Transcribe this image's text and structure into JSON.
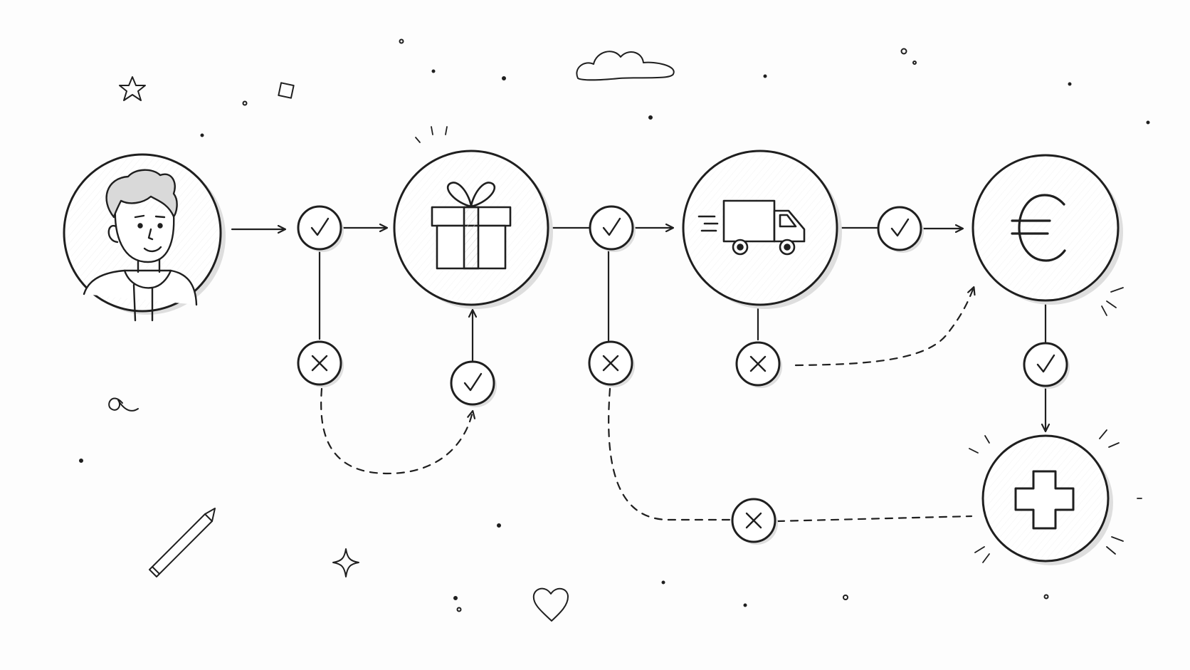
{
  "diagram": {
    "nodes": [
      {
        "id": "customer",
        "icon": "person-avatar-icon"
      },
      {
        "id": "gift",
        "icon": "gift-box-icon"
      },
      {
        "id": "delivery",
        "icon": "delivery-truck-icon"
      },
      {
        "id": "payment",
        "icon": "euro-icon"
      },
      {
        "id": "plus",
        "icon": "plus-icon"
      }
    ],
    "checkpoints": [
      {
        "id": "check-1",
        "status": "pass",
        "icon": "check-icon"
      },
      {
        "id": "check-2",
        "status": "pass",
        "icon": "check-icon"
      },
      {
        "id": "check-3",
        "status": "pass",
        "icon": "check-icon"
      },
      {
        "id": "check-retry-gift",
        "status": "pass",
        "icon": "check-icon"
      },
      {
        "id": "check-payment",
        "status": "pass",
        "icon": "check-icon"
      },
      {
        "id": "fail-1",
        "status": "fail",
        "icon": "x-icon"
      },
      {
        "id": "fail-2",
        "status": "fail",
        "icon": "x-icon"
      },
      {
        "id": "fail-3",
        "status": "fail",
        "icon": "x-icon"
      },
      {
        "id": "fail-bottom",
        "status": "fail",
        "icon": "x-icon"
      }
    ],
    "edges": [
      {
        "from": "customer",
        "to": "check-1",
        "style": "solid"
      },
      {
        "from": "check-1",
        "to": "gift",
        "style": "solid"
      },
      {
        "from": "check-1",
        "to": "fail-1",
        "style": "solid"
      },
      {
        "from": "fail-1",
        "to": "check-retry-gift",
        "style": "dashed"
      },
      {
        "from": "check-retry-gift",
        "to": "gift",
        "style": "solid"
      },
      {
        "from": "gift",
        "to": "check-2",
        "style": "solid"
      },
      {
        "from": "check-2",
        "to": "delivery",
        "style": "solid"
      },
      {
        "from": "check-2",
        "to": "fail-2",
        "style": "solid"
      },
      {
        "from": "fail-2",
        "to": "fail-bottom",
        "style": "dashed"
      },
      {
        "from": "fail-bottom",
        "to": "plus",
        "style": "dashed"
      },
      {
        "from": "delivery",
        "to": "check-3",
        "style": "solid"
      },
      {
        "from": "check-3",
        "to": "payment",
        "style": "solid"
      },
      {
        "from": "delivery",
        "to": "fail-3",
        "style": "solid"
      },
      {
        "from": "fail-3",
        "to": "payment",
        "style": "dashed"
      },
      {
        "from": "payment",
        "to": "check-payment",
        "style": "solid"
      },
      {
        "from": "check-payment",
        "to": "plus",
        "style": "solid"
      }
    ],
    "decorations": [
      "star-icon",
      "diamond-icon",
      "cloud-icon",
      "pencil-icon",
      "sparkle-icon",
      "heart-icon",
      "squiggle-icon"
    ],
    "colors": {
      "ink": "#1f1f1f",
      "background": "#fdfdfd",
      "shadow": "#dedede"
    }
  }
}
